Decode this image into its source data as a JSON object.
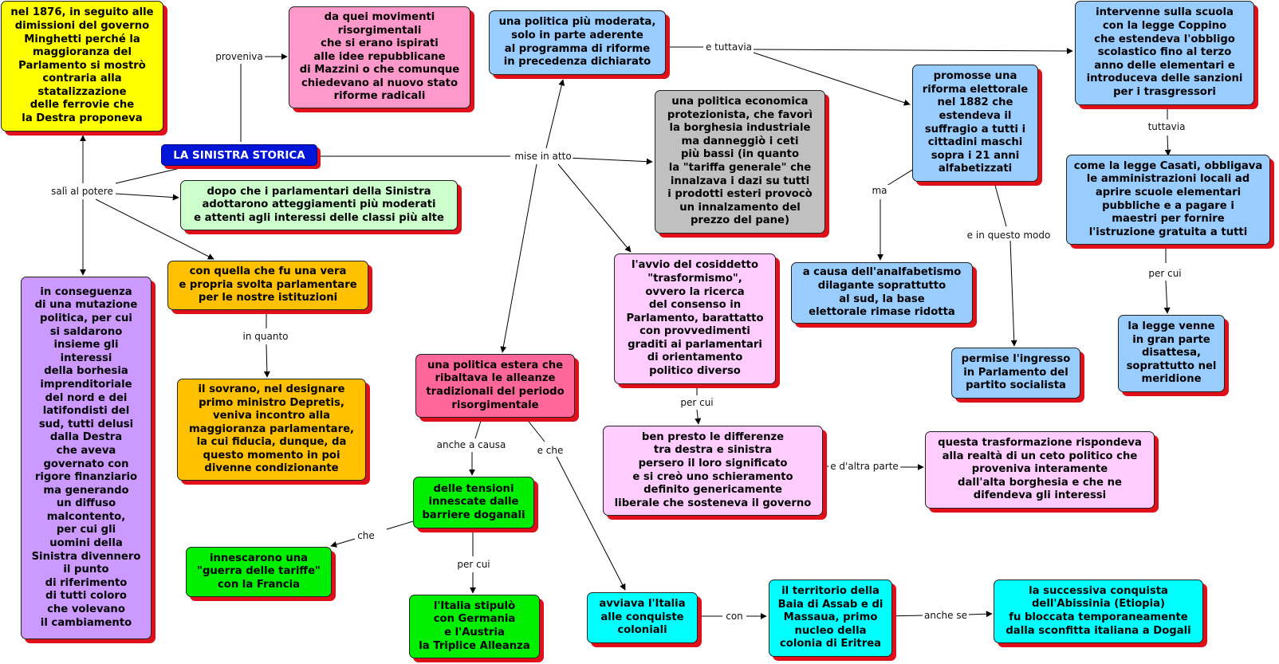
{
  "colors": {
    "yellow": "#ffff00",
    "pink": "#ff99cc",
    "blue": "#99ccff",
    "gray": "#c0c0c0",
    "lavender": "#ffccff",
    "green_light": "#ccffcc",
    "orange": "#ffc000",
    "violet": "#cc99ff",
    "rose": "#ff6699",
    "green": "#00ee00",
    "cyan": "#00ffff",
    "root": "#0014d8",
    "shadow": "#e0101a"
  },
  "root": {
    "label": "LA SINISTRA STORICA"
  },
  "nodes": {
    "n1876": "nel 1876, in seguito alle\ndimissioni del governo\nMinghetti perché la\nmaggioranza del\nParlamento si mostrò\ncontraria alla\nstatalizzazione\ndelle ferrovie che\nla Destra proponeva",
    "movimenti": "da quei movimenti\nrisorgimentali\nche si erano ispirati\nalle idee repubblicane\ndi Mazzini o che comunque\nchiedevano al nuovo stato\nriforme radicali",
    "moderata": "una politica più moderata,\nsolo in parte aderente\nal programma di riforme\nin precedenza dichiarato",
    "coppino": "intervenne sulla scuola\ncon la legge Coppino\nche estendeva l'obbligo\nscolastico fino al terzo\nanno delle elementari e\nintroduceva delle sanzioni\nper i trasgressori",
    "economica": "una politica economica\nprotezionista, che favorì\nla borghesia industriale\nma danneggiò i ceti\npiù bassi (in quanto\nla \"tariffa generale\" che\ninnalzava i dazi su tutti\ni prodotti esteri provocò\nun innalzamento del\nprezzo del pane)",
    "elettorale": "promosse una\nriforma elettorale\nnel 1882 che\nestendeva il\nsuffragio a tutti i\ncittadini maschi\nsopra i 21 anni\nalfabetizzati",
    "casati": "come la legge Casati, obbligava\nle amministrazioni locali ad\naprire scuole elementari\npubbliche e a pagare i\nmaestri per fornire\nl'istruzione gratuita a tutti",
    "dopo": "dopo che i parlamentari della Sinistra\nadottarono atteggiamenti più moderati\ne attenti agli interessi delle classi più alte",
    "svolta": "con quella che fu una vera\ne propria svolta parlamentare\nper le nostre istituzioni",
    "trasformismo": "l'avvio del cosiddetto\n\"trasformismo\",\novvero la ricerca\ndel consenso in\nParlamento, barattatto\ncon provvedimenti\ngraditi ai parlamentari\ndi orientamento\npolitico diverso",
    "analfabetismo": "a causa dell'analfabetismo\ndilagante soprattutto\nal sud, la base\nelettorale rimase ridotta",
    "disattesa": "la legge venne\nin gran parte\ndisattesa,\nsoprattutto nel\nmeridione",
    "conseguenza": "in conseguenza\ndi una mutazione\npolitica, per cui\nsi saldarono\ninsieme gli\ninteressi\ndella borhesia\nimprenditoriale\ndel nord e dei\nlatifondisti del\nsud, tutti delusi\ndalla Destra\nche aveva\ngovernato con\nrigore finanziario\nma generando\nun diffuso\nmalcontento,\nper cui gli\nuomini della\nSinistra divennero\nil punto\ndi riferimento\ndi tutti coloro\nche volevano\nil cambiamento",
    "estera": "una politica estera che\nribaltava le alleanze\ntradizionali del periodo\nrisorgimentale",
    "socialista": "permise l'ingresso\nin Parlamento del\npartito socialista",
    "sovrano": "il sovrano, nel designare\nprimo ministro Depretis,\nveniva incontro alla\nmaggioranza parlamentare,\nla cui fiducia, dunque, da\nquesto momento in poi\ndivenne condizionante",
    "differenze": "ben presto le  differenze\ntra destra e sinistra\npersero il loro significato\ne si creò uno schieramento\ndefinito genericamente\nliberale che sosteneva il governo",
    "ceto": "questa trasformazione rispondeva\nalla realtà di un ceto politico che\nproveniva interamente\ndall'alta borghesia e che ne\ndifendeva gli interessi",
    "tensioni": "delle tensioni\ninnescate dalle\nbarriere doganali",
    "tariffe": "innescarono una\n\"guerra delle tariffe\"\ncon la Francia",
    "triplice": "l'Italia stipulò\ncon Germania\ne l'Austria\nla Triplice Alleanza",
    "coloniali": "avviava l'Italia\nalle conquiste\ncoloniali",
    "assab": "il territorio della\nBaia di Assab e di\nMassaua, primo\nnucleo della\ncolonia di Eritrea",
    "abissinia": "la successiva conquista\ndell'Abissinia (Etiopia)\nfu bloccata temporaneamente\ndalla sconfitta italiana a Dogali"
  },
  "links": {
    "proveniva": "proveniva",
    "sali": "salì al potere",
    "mise": "mise in atto",
    "tuttavia_e": "e tuttavia",
    "tuttavia": "tuttavia",
    "ma": "ma",
    "inquesto": "e in questo modo",
    "percui_casati": "per cui",
    "inquanto": "in quanto",
    "percui_trasf": "per cui",
    "altra_parte": "e d'altra parte",
    "anche_causa": "anche a causa",
    "eche": "e che",
    "che": "che",
    "percui_tens": "per cui",
    "con": "con",
    "anchese": "anche se"
  }
}
